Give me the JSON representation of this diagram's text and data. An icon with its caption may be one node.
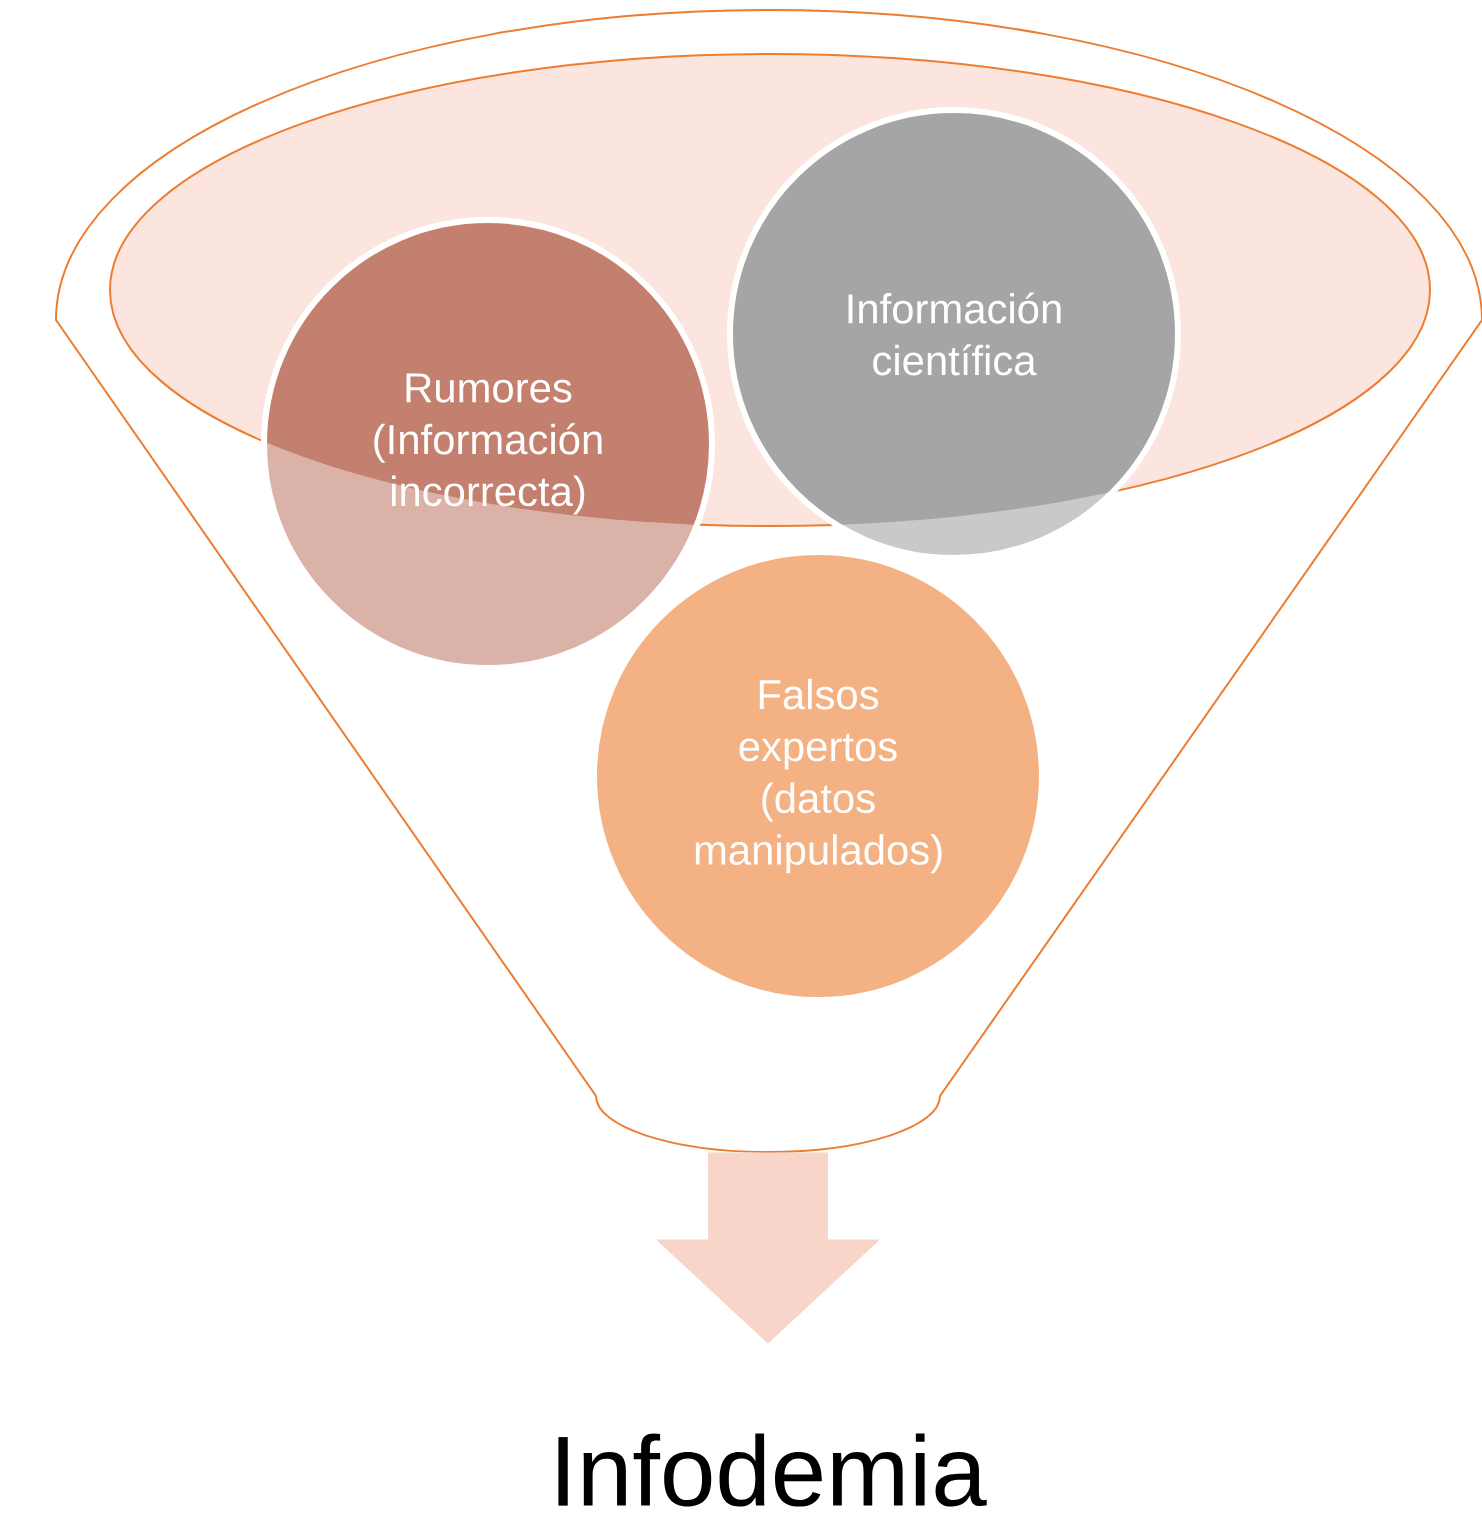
{
  "diagram": {
    "nodes": [
      {
        "text": [],
        "shape": "funnel"
      },
      {
        "text": [
          "Rumores (Información incorrecta)"
        ],
        "in": 0
      },
      {
        "text": [
          "Información científica"
        ],
        "in": 0
      },
      {
        "text": [
          "Falsos expertos (datos manipulados)"
        ],
        "in": 0
      },
      {
        "text": [
          "Infodemia"
        ]
      }
    ],
    "edges": [
      {
        "from": 0,
        "to": 4,
        "arrow": "to"
      }
    ]
  }
}
